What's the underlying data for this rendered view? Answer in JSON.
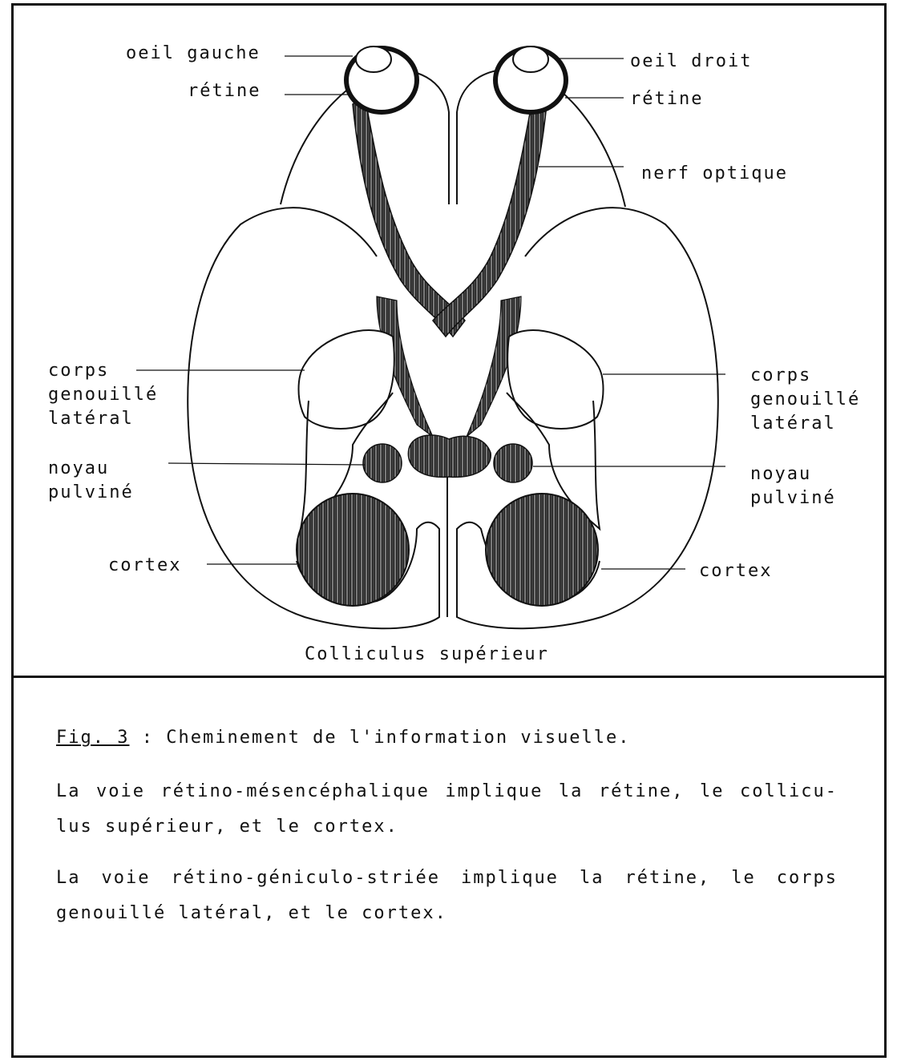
{
  "labels": {
    "oeil_gauche": "oeil gauche",
    "retine_left": "rétine",
    "oeil_droit": "oeil droit",
    "retine_right": "rétine",
    "nerf_optique": "nerf optique",
    "cgl_left": [
      "corps",
      "genouillé",
      "latéral"
    ],
    "cgl_right": [
      "corps",
      "genouillé",
      "latéral"
    ],
    "pulvine_left": [
      "noyau",
      "pulviné"
    ],
    "pulvine_right": [
      "noyau",
      "pulviné"
    ],
    "cortex_left": "cortex",
    "cortex_right": "cortex",
    "colliculus": "Colliculus supérieur"
  },
  "caption": {
    "fig_ref": "Fig. 3",
    "title": " : Cheminement de l'information visuelle.",
    "paragraph1": "La voie rétino-mésencéphalique implique la rétine, le collicu-lus supérieur, et le cortex.",
    "paragraph2": "La voie rétino-géniculo-striée implique la rétine, le corps genouillé latéral, et le cortex."
  },
  "colors": {
    "ink": "#111111",
    "paper": "#ffffff"
  }
}
